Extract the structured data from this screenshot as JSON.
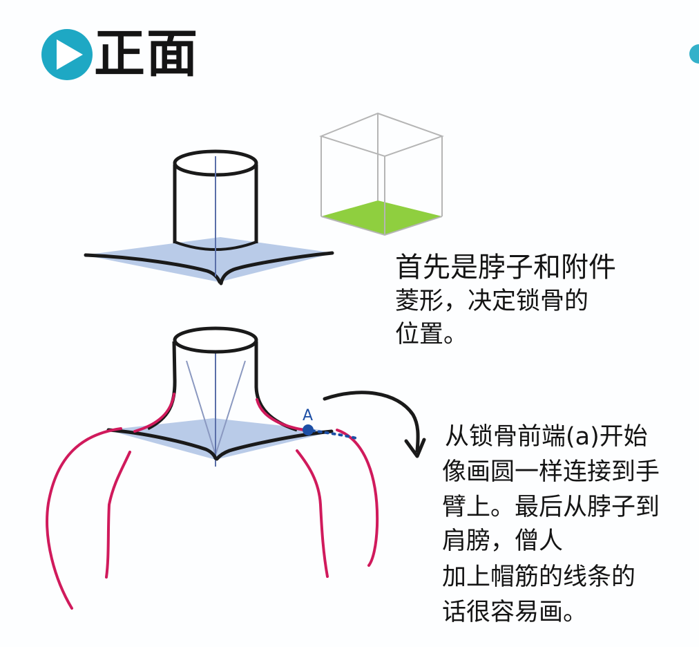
{
  "header": {
    "title": "正面",
    "play_icon": "play-circle-icon",
    "accent_color": "#1ea8c4"
  },
  "diagram": {
    "marker_label": "A",
    "colors": {
      "rhombus_fill": "#b9cbe8",
      "cube_bottom_fill": "#8fcf3f",
      "body_line": "#d01a5c",
      "marker": "#1d4fa5",
      "outline": "#1a1a1a"
    }
  },
  "captions": {
    "step1": [
      "首先是脖子和附件",
      "菱形，决定锁骨的",
      "位置。"
    ],
    "step2": [
      "从锁骨前端(a)开始",
      "像画圆一样连接到手",
      "臂上。最后从脖子到",
      "肩膀，僧人",
      "加上帽筋的线条的",
      "话很容易画。"
    ]
  }
}
